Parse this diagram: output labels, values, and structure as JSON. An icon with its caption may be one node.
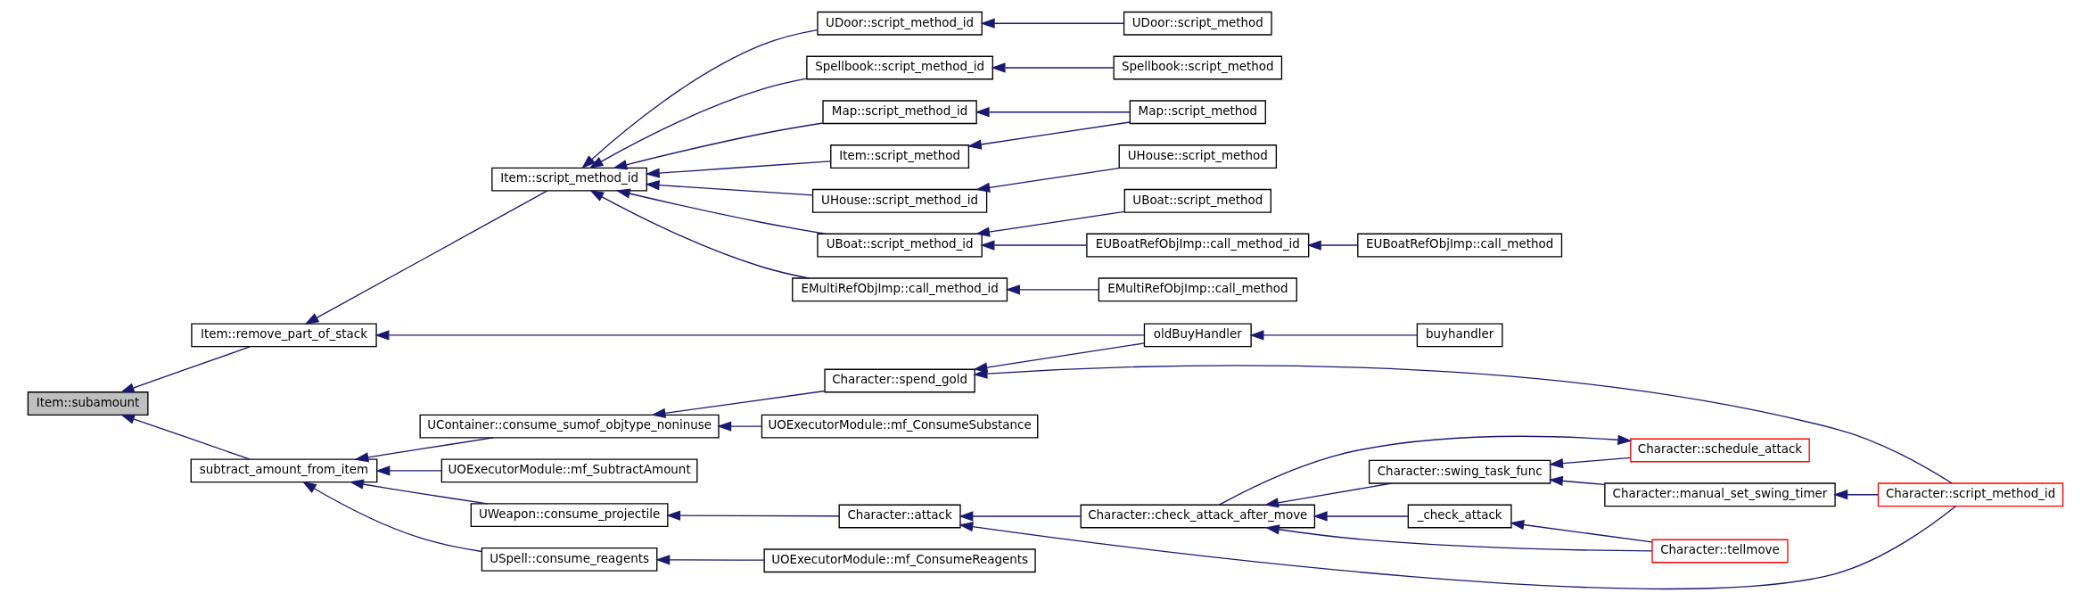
{
  "diagram": {
    "nodes": [
      {
        "text": [
          "Item::subamount"
        ]
      },
      {
        "text": [
          "Item::remove_part_of_stack"
        ]
      },
      {
        "text": [
          "subtract_amount_from_item"
        ]
      },
      {
        "text": [
          "Item::script_method_id"
        ]
      },
      {
        "text": [
          "UContainer::consume_sumof_objtype_noninuse"
        ]
      },
      {
        "text": [
          "UOExecutorModule::mf_SubtractAmount"
        ]
      },
      {
        "text": [
          "UWeapon::consume_projectile"
        ]
      },
      {
        "text": [
          "USpell::consume_reagents"
        ]
      },
      {
        "text": [
          "UDoor::script_method_id"
        ]
      },
      {
        "text": [
          "Spellbook::script_method_id"
        ]
      },
      {
        "text": [
          "Map::script_method_id"
        ]
      },
      {
        "text": [
          "Item::script_method"
        ]
      },
      {
        "text": [
          "UHouse::script_method_id"
        ]
      },
      {
        "text": [
          "UBoat::script_method_id"
        ]
      },
      {
        "text": [
          "EMultiRefObjImp::call_method_id"
        ]
      },
      {
        "text": [
          "Character::spend_gold"
        ]
      },
      {
        "text": [
          "UOExecutorModule::mf_ConsumeSubstance"
        ]
      },
      {
        "text": [
          "Character::attack"
        ]
      },
      {
        "text": [
          "UOExecutorModule::mf_ConsumeReagents"
        ]
      },
      {
        "text": [
          "UDoor::script_method"
        ]
      },
      {
        "text": [
          "Spellbook::script_method"
        ]
      },
      {
        "text": [
          "Map::script_method"
        ]
      },
      {
        "text": [
          "UHouse::script_method"
        ]
      },
      {
        "text": [
          "UBoat::script_method"
        ]
      },
      {
        "text": [
          "EUBoatRefObjImp::call_method_id"
        ]
      },
      {
        "text": [
          "EMultiRefObjImp::call_method"
        ]
      },
      {
        "text": [
          "oldBuyHandler"
        ]
      },
      {
        "text": [
          "Character::check_attack_after_move"
        ]
      },
      {
        "text": [
          "EUBoatRefObjImp::call_method"
        ]
      },
      {
        "text": [
          "buyhandler"
        ]
      },
      {
        "text": [
          "Character::swing_task_func"
        ]
      },
      {
        "text": [
          "_check_attack"
        ]
      },
      {
        "text": [
          "Character::manual_set_swing_timer"
        ]
      },
      {
        "text": [
          "Character::schedule_attack"
        ]
      },
      {
        "text": [
          "Character::tellmove"
        ]
      },
      {
        "text": [
          "Character::script_method_id"
        ]
      }
    ],
    "edges": [
      {
        "from": 1,
        "to": 0,
        "arrow": "to"
      },
      {
        "from": 2,
        "to": 0,
        "arrow": "to"
      },
      {
        "from": 3,
        "to": 1,
        "arrow": "to"
      },
      {
        "from": 26,
        "to": 1,
        "arrow": "to"
      },
      {
        "from": 4,
        "to": 2,
        "arrow": "to"
      },
      {
        "from": 5,
        "to": 2,
        "arrow": "to"
      },
      {
        "from": 6,
        "to": 2,
        "arrow": "to"
      },
      {
        "from": 7,
        "to": 2,
        "arrow": "to"
      },
      {
        "from": 8,
        "to": 3,
        "arrow": "to"
      },
      {
        "from": 9,
        "to": 3,
        "arrow": "to"
      },
      {
        "from": 10,
        "to": 3,
        "arrow": "to"
      },
      {
        "from": 11,
        "to": 3,
        "arrow": "to"
      },
      {
        "from": 12,
        "to": 3,
        "arrow": "to"
      },
      {
        "from": 13,
        "to": 3,
        "arrow": "to"
      },
      {
        "from": 14,
        "to": 3,
        "arrow": "to"
      },
      {
        "from": 15,
        "to": 4,
        "arrow": "to"
      },
      {
        "from": 16,
        "to": 4,
        "arrow": "to"
      },
      {
        "from": 17,
        "to": 6,
        "arrow": "to"
      },
      {
        "from": 18,
        "to": 7,
        "arrow": "to"
      },
      {
        "from": 19,
        "to": 8,
        "arrow": "to"
      },
      {
        "from": 20,
        "to": 9,
        "arrow": "to"
      },
      {
        "from": 21,
        "to": 10,
        "arrow": "to"
      },
      {
        "from": 21,
        "to": 11,
        "arrow": "to"
      },
      {
        "from": 22,
        "to": 12,
        "arrow": "to"
      },
      {
        "from": 23,
        "to": 13,
        "arrow": "to"
      },
      {
        "from": 24,
        "to": 13,
        "arrow": "to"
      },
      {
        "from": 25,
        "to": 14,
        "arrow": "to"
      },
      {
        "from": 26,
        "to": 15,
        "arrow": "to"
      },
      {
        "from": 35,
        "to": 15,
        "arrow": "to"
      },
      {
        "from": 27,
        "to": 17,
        "arrow": "to"
      },
      {
        "from": 35,
        "to": 17,
        "arrow": "to"
      },
      {
        "from": 28,
        "to": 24,
        "arrow": "to"
      },
      {
        "from": 29,
        "to": 26,
        "arrow": "to"
      },
      {
        "from": 30,
        "to": 27,
        "arrow": "to"
      },
      {
        "from": 31,
        "to": 27,
        "arrow": "to"
      },
      {
        "from": 34,
        "to": 27,
        "arrow": "to"
      },
      {
        "from": 27,
        "to": 33,
        "arrow": "to"
      },
      {
        "from": 32,
        "to": 30,
        "arrow": "to"
      },
      {
        "from": 33,
        "to": 30,
        "arrow": "to"
      },
      {
        "from": 35,
        "to": 32,
        "arrow": "to"
      },
      {
        "from": 34,
        "to": 31,
        "arrow": "to"
      }
    ]
  }
}
